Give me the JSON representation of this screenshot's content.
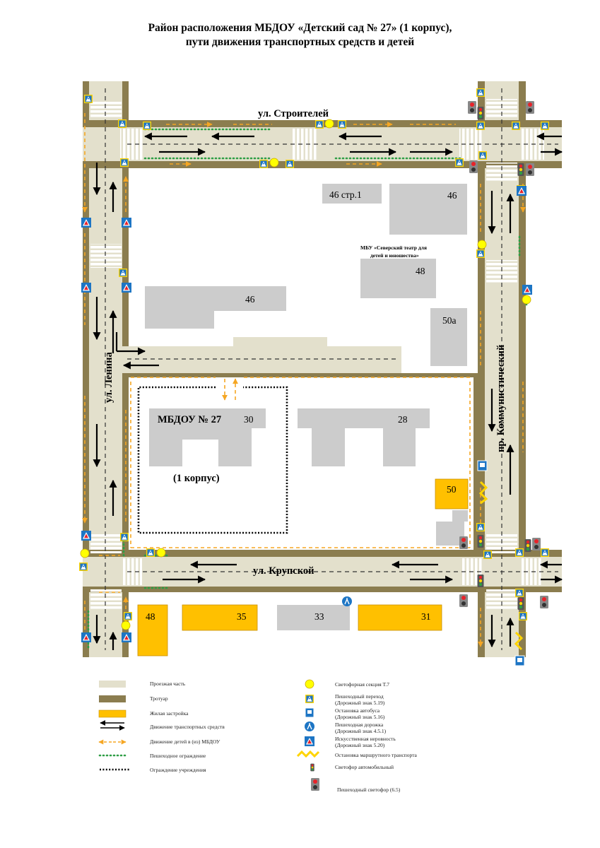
{
  "title": {
    "line1": "Район расположения МБДОУ «Детский сад № 27» (1 корпус),",
    "line2": "пути движения транспортных средств и детей"
  },
  "streets": {
    "stroiteley": "ул. Строителей",
    "lenina": "ул. Ленина",
    "krupskoy": "ул. Крупской",
    "kommunistichesky": "пр. Коммунистический"
  },
  "buildings": {
    "b46_str1": "46 стр.1",
    "b46_top": "46",
    "theatre_line1": "МБУ «Северский театр для",
    "theatre_line2": "детей и юношества»",
    "b48_theatre": "48",
    "b46_left": "46",
    "b50a": "50а",
    "school_title": "МБДОУ № 27",
    "b30": "30",
    "school_corpus": "(1 корпус)",
    "b28": "28",
    "b50": "50",
    "b48_bottom": "48",
    "b35": "35",
    "b33": "33",
    "b31": "31"
  },
  "legend": {
    "road": "Проезжая часть",
    "sidewalk": "Тротуар",
    "housing": "Жилая застройка",
    "traffic": "Движение транспортных средств",
    "children": "Движение детей в (из) МБДОУ",
    "ped_fence": "Пешеходное ограждение",
    "inst_fence": "Ограждение учреждения",
    "signal_t7_line1": "Светофорная секция Т.7",
    "crossing_line1": "Пешеходный переход",
    "crossing_line2": "(Дорожный знак 5.19)",
    "bus_line1": "Остановка автобуса",
    "bus_line2": "(Дорожный знак 5.16)",
    "pedpath_line1": "Пешеходная дорожка",
    "pedpath_line2": "(Дорожный знак 4.5.1)",
    "bump_line1": "Искусственная неровность",
    "bump_line2": "(Дорожный знак 5.20)",
    "route_stop": "Остановка маршрутного транспорта",
    "car_light": "Светофор автомобильный",
    "ped_light": "Пешеходный светофор (6.5)"
  },
  "colors": {
    "road": "#e3e0cc",
    "sidewalk": "#8b7d4f",
    "housing": "#ffc000",
    "building": "#cccccc",
    "signal": "#ffff00",
    "fence_green": "#2e9e45",
    "sign_blue": "#1d75c4",
    "arrow_orange": "#f5a623"
  }
}
